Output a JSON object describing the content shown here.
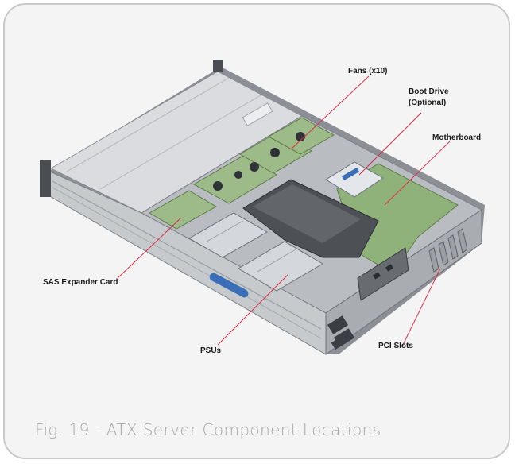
{
  "figure": {
    "caption": "Fig. 19 - ATX Server Component Locations"
  },
  "callouts": {
    "fans": "Fans (x10)",
    "boot_drive_line1": "Boot Drive",
    "boot_drive_line2": "(Optional)",
    "motherboard": "Motherboard",
    "sas_expander": "SAS Expander Card",
    "psus": "PSUs",
    "pci_slots": "PCI Slots"
  },
  "colors": {
    "frame_border": "#c9c9c9",
    "frame_bg": "#f4f4f4",
    "chassis": "#c9ccd0",
    "board_green": "#8fb27a",
    "fan_green": "#9dbb88",
    "leader_red": "#d9304a"
  }
}
